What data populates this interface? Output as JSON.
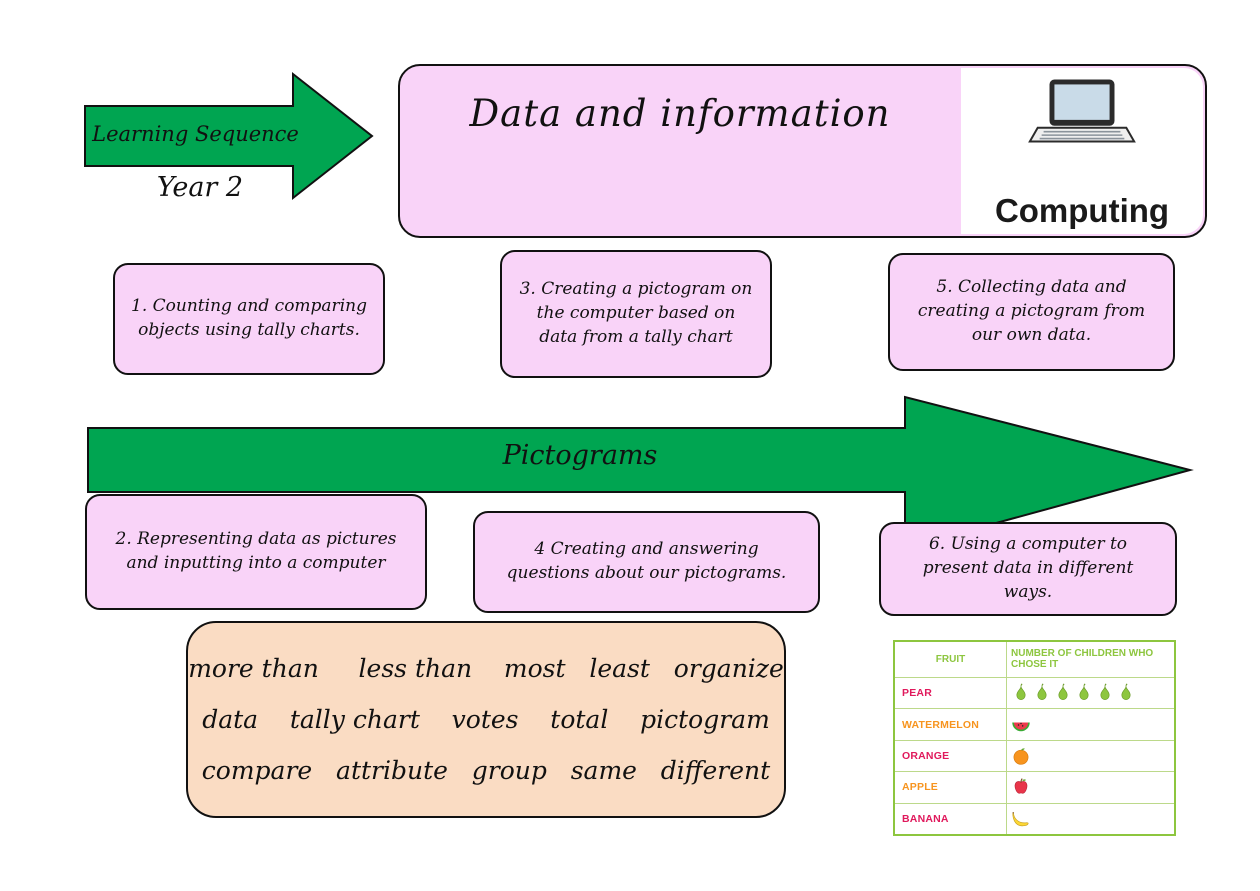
{
  "colors": {
    "arrow_green": "#00a551",
    "card_pink": "#f9d3f8",
    "vocab_peach": "#fadcc3",
    "table_green": "#8dc63f"
  },
  "learning_arrow": {
    "label": "Learning Sequence",
    "year_label": "Year 2"
  },
  "title_card": {
    "title": "Data and information",
    "logo_label": "Computing",
    "logo_icon": "laptop-icon"
  },
  "lesson_cards": [
    {
      "text": "1. Counting and comparing objects using tally charts."
    },
    {
      "text": "3. Creating a pictogram on the computer based on data from a tally chart"
    },
    {
      "text": "5. Collecting data and creating a pictogram from our own data."
    },
    {
      "text": "2. Representing data as pictures and inputting into a computer"
    },
    {
      "text": "4 Creating and answering questions about our pictograms."
    },
    {
      "text": "6. Using a computer to present data in different ways."
    }
  ],
  "pictogram_arrow": {
    "label": "Pictograms"
  },
  "vocab_box": {
    "lines": [
      "more than     less than    most   least   organize",
      "data    tally chart    votes    total    pictogram",
      "compare   attribute   group   same   different"
    ]
  },
  "pictogram_table": {
    "headers": [
      "FRUIT",
      "NUMBER OF CHILDREN WHO CHOSE IT"
    ],
    "rows": [
      {
        "fruit": "PEAR",
        "label_color": "#e0195c",
        "symbol": "pear",
        "count": 6
      },
      {
        "fruit": "WATERMELON",
        "label_color": "#f7941e",
        "symbol": "watermelon",
        "count": 1
      },
      {
        "fruit": "ORANGE",
        "label_color": "#e0195c",
        "symbol": "orange",
        "count": 1
      },
      {
        "fruit": "APPLE",
        "label_color": "#f7941e",
        "symbol": "apple",
        "count": 1
      },
      {
        "fruit": "BANANA",
        "label_color": "#e0195c",
        "symbol": "banana",
        "count": 1
      }
    ]
  }
}
